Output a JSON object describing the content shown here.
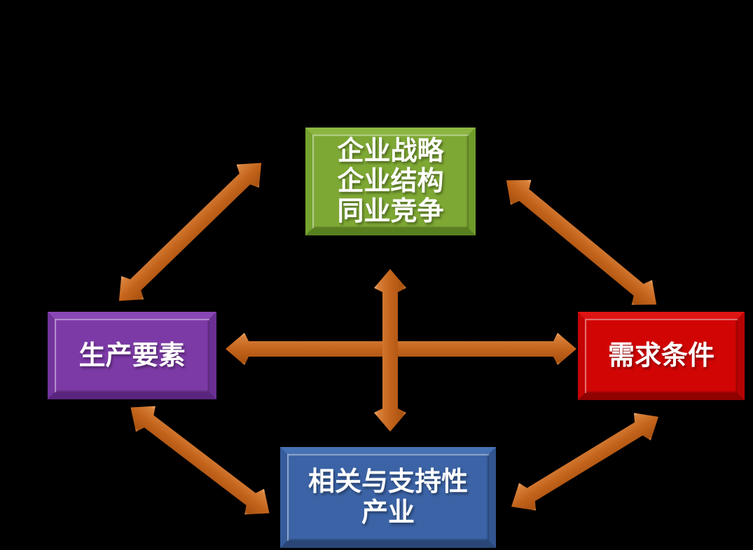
{
  "diagram": {
    "name": "porter-diamond-model",
    "background_color": "#000000",
    "arrow_color": "#C4641C",
    "nodes": {
      "strategy": {
        "label_lines": [
          "企业战略",
          "企业结构",
          "同业竞争"
        ],
        "color": "#7EA834",
        "text_color": "#FFFFFF",
        "position": "top"
      },
      "factors": {
        "label_lines": [
          "生产要素"
        ],
        "color": "#7C3AA6",
        "text_color": "#FFFFFF",
        "position": "left"
      },
      "demand": {
        "label_lines": [
          "需求条件"
        ],
        "color": "#D20505",
        "text_color": "#FFFFFF",
        "position": "right"
      },
      "supporting": {
        "label_lines": [
          "相关与支持性",
          "产业"
        ],
        "color": "#3B63A5",
        "text_color": "#FFFFFF",
        "position": "bottom"
      }
    },
    "connections": [
      {
        "from": "factors",
        "to": "strategy",
        "style": "double-headed-arrow"
      },
      {
        "from": "strategy",
        "to": "demand",
        "style": "double-headed-arrow"
      },
      {
        "from": "factors",
        "to": "demand",
        "style": "double-headed-arrow"
      },
      {
        "from": "strategy",
        "to": "supporting",
        "style": "double-headed-arrow"
      },
      {
        "from": "factors",
        "to": "supporting",
        "style": "double-headed-arrow"
      },
      {
        "from": "demand",
        "to": "supporting",
        "style": "double-headed-arrow"
      }
    ]
  }
}
